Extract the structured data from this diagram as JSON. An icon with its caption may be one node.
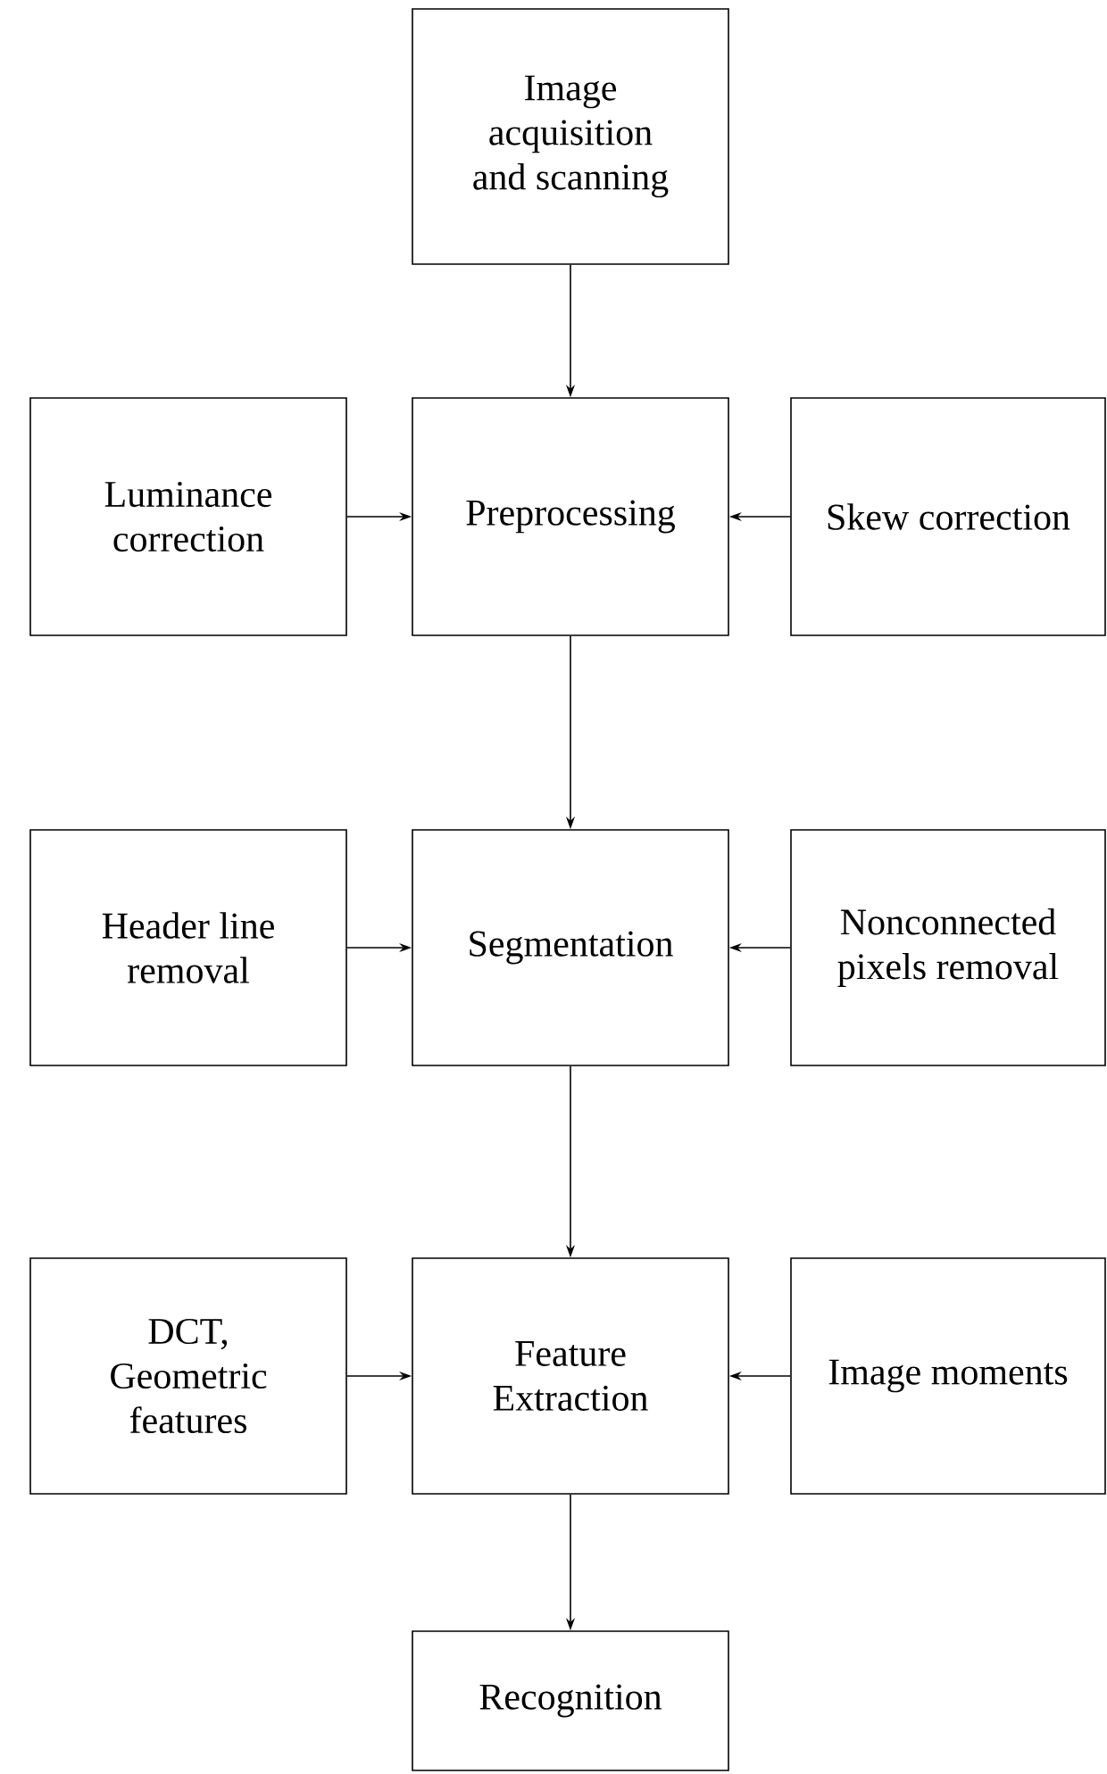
{
  "diagram": {
    "nodes": [
      {
        "text": [
          "Image acquisition and scanning"
        ]
      },
      {
        "text": [
          "Luminance correction"
        ]
      },
      {
        "text": [
          "Preprocessing"
        ]
      },
      {
        "text": [
          "Skew correction"
        ]
      },
      {
        "text": [
          "Header line removal"
        ]
      },
      {
        "text": [
          "Segmentation"
        ]
      },
      {
        "text": [
          "Nonconnected pixels removal"
        ]
      },
      {
        "text": [
          "DCT, Geometric features"
        ]
      },
      {
        "text": [
          "Feature Extraction"
        ]
      },
      {
        "text": [
          "Image moments"
        ]
      },
      {
        "text": [
          "Recognition"
        ]
      }
    ],
    "edges": [
      {
        "from": 0,
        "to": 2,
        "arrow": "to"
      },
      {
        "from": 1,
        "to": 2,
        "arrow": "to"
      },
      {
        "from": 3,
        "to": 2,
        "arrow": "to"
      },
      {
        "from": 2,
        "to": 5,
        "arrow": "to"
      },
      {
        "from": 4,
        "to": 5,
        "arrow": "to"
      },
      {
        "from": 6,
        "to": 5,
        "arrow": "to"
      },
      {
        "from": 5,
        "to": 8,
        "arrow": "to"
      },
      {
        "from": 7,
        "to": 8,
        "arrow": "to"
      },
      {
        "from": 9,
        "to": 8,
        "arrow": "to"
      },
      {
        "from": 8,
        "to": 10,
        "arrow": "to"
      }
    ]
  }
}
